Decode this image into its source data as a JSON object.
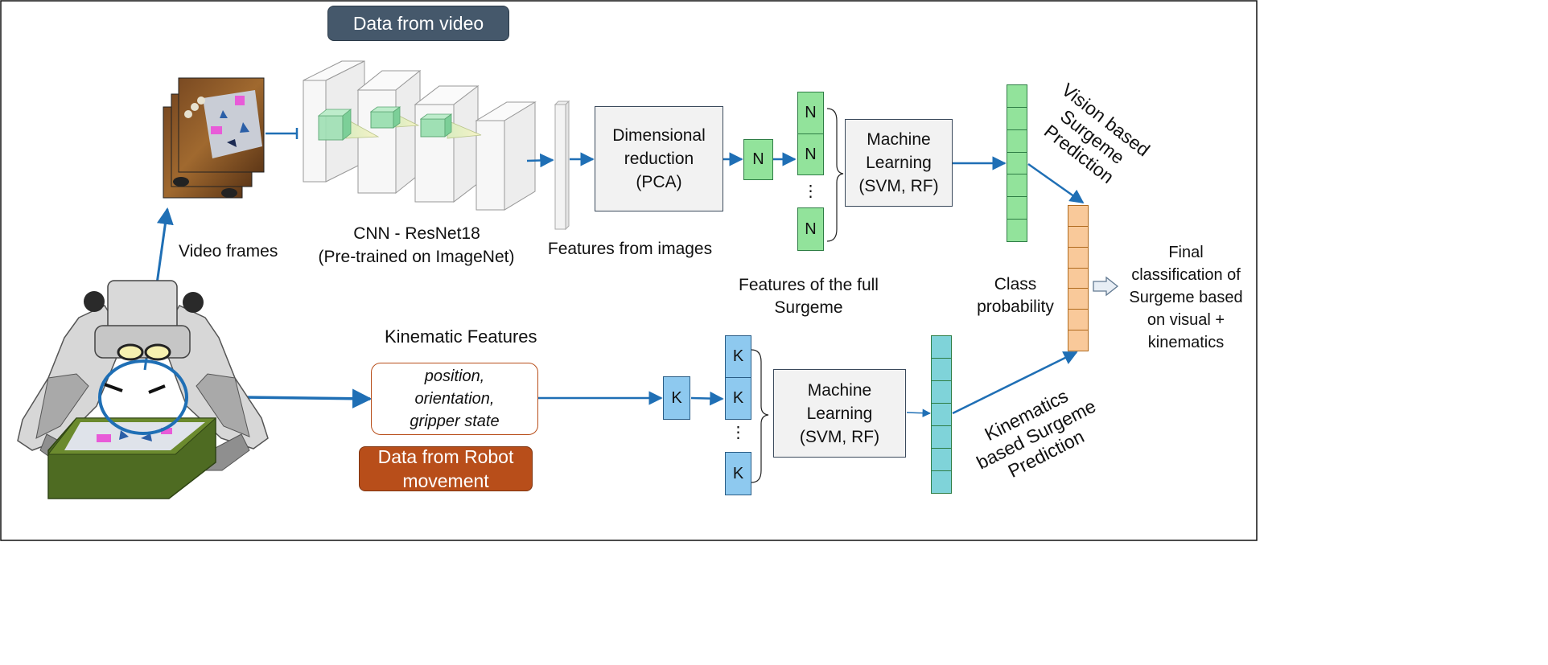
{
  "tags": {
    "video": "Data from video",
    "robot_line1": "Data from Robot",
    "robot_line2": "movement"
  },
  "labels": {
    "video_frames": "Video frames",
    "cnn_line1": "CNN - ResNet18",
    "cnn_line2": "(Pre-trained on ImageNet)",
    "features_from_images": "Features from images",
    "features_full_line1": "Features of the full",
    "features_full_line2": "Surgeme",
    "kinematic_features": "Kinematic Features",
    "class_prob_line1": "Class",
    "class_prob_line2": "probability",
    "final_line1": "Final",
    "final_line2": "classification of",
    "final_line3": "Surgeme based",
    "final_line4": "on visual +",
    "final_line5": "kinematics",
    "vision_pred_line1": "Vision based",
    "vision_pred_line2": "Surgeme",
    "vision_pred_line3": "Prediction",
    "kin_pred_line1": "Kinematics",
    "kin_pred_line2": "based Surgeme",
    "kin_pred_line3": "Prediction"
  },
  "boxes": {
    "dimred_line1": "Dimensional",
    "dimred_line2": "reduction",
    "dimred_line3": "(PCA)",
    "ml_top_line1": "Machine",
    "ml_top_line2": "Learning",
    "ml_top_line3": "(SVM, RF)",
    "ml_bot_line1": "Machine",
    "ml_bot_line2": "Learning",
    "ml_bot_line3": "(SVM, RF)",
    "kin_list_line1": "position,",
    "kin_list_line2": "orientation,",
    "kin_list_line3": "gripper state"
  },
  "cells": {
    "n": "N",
    "k": "K",
    "dots": "⋮"
  },
  "colors": {
    "arrow": "#1f6fb5",
    "green_cell": "#92e39b",
    "green_border": "#2e7d45",
    "blue_cell": "#8ec9ef",
    "blue_border": "#2a5d86",
    "teal_col": "#7fd3d9",
    "orange_col": "#f9c99a",
    "orange_border": "#b06a1e",
    "tag_video": "#45586b",
    "tag_robot": "#b84e1a",
    "kin_border": "#b84e1a",
    "robot_green": "#4e6b22"
  }
}
